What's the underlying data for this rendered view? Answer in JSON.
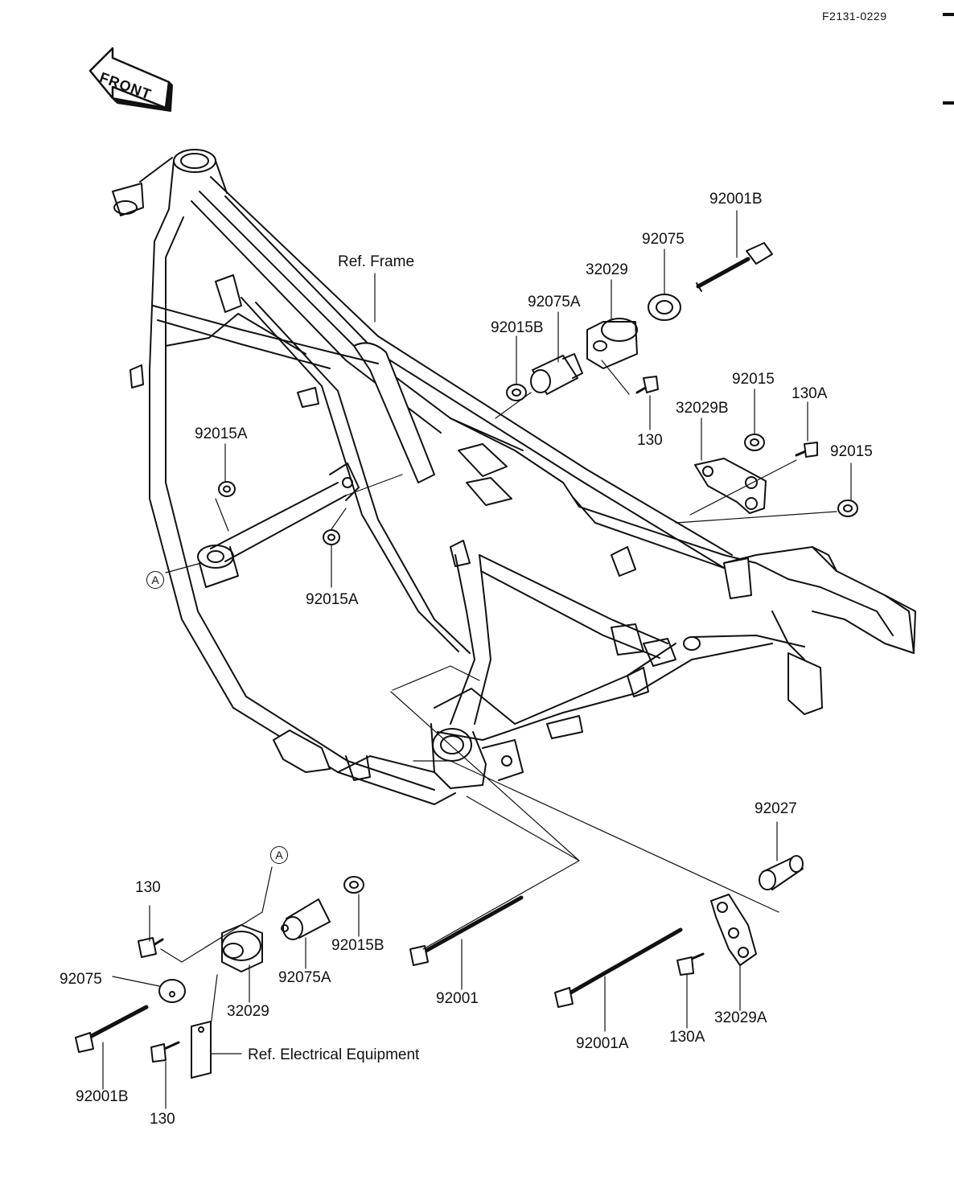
{
  "document_code": "F2131-0229",
  "front_label": "FRONT",
  "callout": "A",
  "ref_labels": {
    "frame": "Ref. Frame",
    "electrical": "Ref. Electrical Equipment"
  },
  "upper_parts": {
    "bolt_long": "92001B",
    "damper": "92075",
    "bracket": "32029",
    "collar": "92075A",
    "nut": "92015B",
    "bolt_small": "130",
    "nut_right_a": "92015",
    "bracket_b": "32029B",
    "bolt_130a": "130A",
    "nut_right_b": "92015",
    "nut_left_top": "92015A",
    "nut_left_bottom": "92015A"
  },
  "lower_parts": {
    "bolt_small_top": "130",
    "damper": "92075",
    "bolt_long": "92001B",
    "bolt_small_bottom": "130",
    "bracket": "32029",
    "collar": "92075A",
    "nut": "92015B",
    "through_bolt": "92001",
    "spacer": "92027",
    "bolt_right": "92001A",
    "bolt_130a": "130A",
    "bracket_a": "32029A"
  },
  "colors": {
    "ink": "#111111",
    "paper": "#ffffff"
  }
}
